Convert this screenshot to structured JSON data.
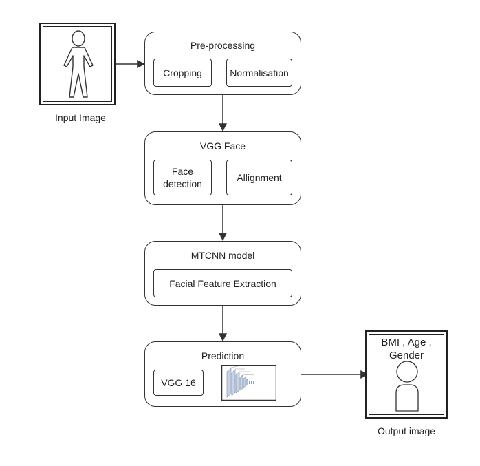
{
  "input": {
    "caption": "Input Image",
    "icon": "person-figure-icon"
  },
  "preprocessing": {
    "title": "Pre-processing",
    "items": [
      "Cropping",
      "Normalisation"
    ]
  },
  "vgg_face": {
    "title": "VGG Face",
    "items": [
      "Face\ndetection",
      "Allignment"
    ]
  },
  "mtcnn": {
    "title": "MTCNN model",
    "items": [
      "Facial Feature Extraction"
    ]
  },
  "prediction": {
    "title": "Prediction",
    "items": [
      "VGG 16"
    ],
    "thumbnail": "cnn-architecture-thumbnail"
  },
  "output": {
    "caption": "Output image",
    "label": "BMI , Age ,\nGender",
    "icon": "person-avatar-icon"
  }
}
